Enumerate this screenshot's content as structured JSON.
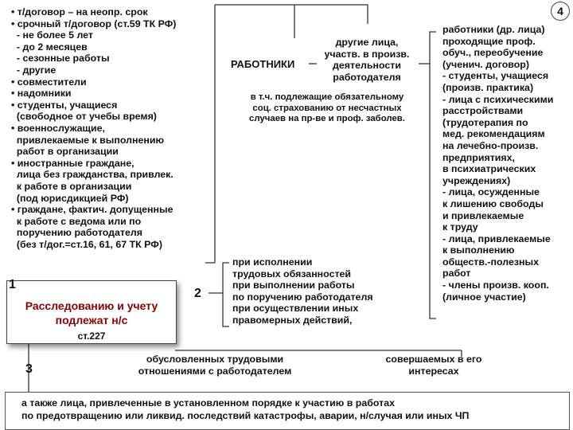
{
  "left_list": [
    "• т/договор – на неопр. срок",
    "• срочный т/договор (ст.59 ТК РФ)",
    "  - не более 5 лет",
    "  - до 2 месяцев",
    "  - сезонные работы",
    "  - другие",
    "• совместители",
    "• надомники",
    "• студенты, учащиеся",
    "  (свободное от учебы время)",
    "• военнослужащие,",
    "  привлекаемые к выполнению",
    "  работ в организации",
    "• иностранные граждане,",
    "  лица без гражданства, привлек.",
    "  к работе в организации",
    "  (под юрисдикцией РФ)",
    "• граждане, фактич. допущенные",
    "  к работе с ведома или по",
    "  поручению работодателя",
    "  (без т/дог.=ст.16, 61, 67 ТК РФ)"
  ],
  "workers_label": "РАБОТНИКИ",
  "other_persons": [
    "другие лица,",
    "участв. в произв.",
    "деятельности",
    "работодателя"
  ],
  "insurance_note": [
    "в т.ч. подлежащие обязательному",
    "соц. страхованию от несчастных",
    "случаев на пр-ве и проф. заболев."
  ],
  "right_list": [
    "работники (др. лица)",
    "проходящие проф.",
    "обуч., переобучение",
    "(ученич. договор)",
    "- студенты, учащиеся",
    "(произв. практика)",
    "- лица с психическими",
    "расстройствами",
    "(трудотерапия по",
    "мед. рекомендациям",
    "на лечебно-произв.",
    "предприятиях,",
    "в психиатрических",
    "учреждениях)",
    "- лица, осужденные",
    "к лишению свободы",
    "и привлекаемые",
    "к труду",
    "- лица, привлекаемые",
    "к выполнению",
    "обществ.-полезных",
    "работ",
    "- члены произв. кооп.",
    "(личное участие)"
  ],
  "duties_list": [
    "при исполнении",
    "трудовых обязанностей",
    "при выполнении работы",
    "по поручению работодателя",
    "при осуществлении иных",
    "правомерных действий,"
  ],
  "caused_by": [
    "обусловленных трудовыми",
    "отношениями с работодателем"
  ],
  "committed_in": [
    "совершаемых в его",
    "интересах"
  ],
  "box1": {
    "number": "1",
    "title_line1": "Расследованию и учету",
    "title_line2": "подлежат н/с",
    "ref": "ст.227"
  },
  "number_2": "2",
  "number_3": "3",
  "number_4": "4",
  "bottom_note": [
    "а также лица, привлеченные в установленном порядке к участию в работах",
    "по предотвращению или ликвид. последствий катастрофы, аварии, н/случая или иных ЧП"
  ]
}
